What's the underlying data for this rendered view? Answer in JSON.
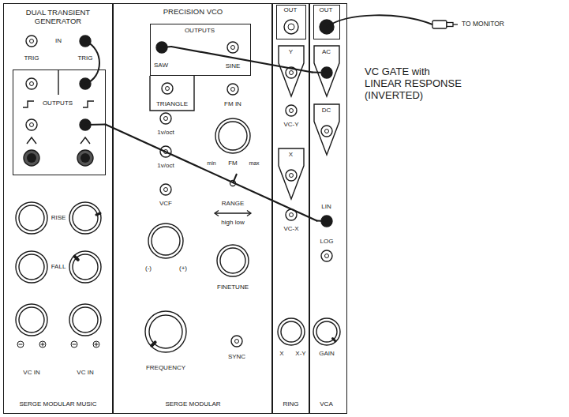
{
  "diagram": {
    "nodes": [
      {
        "text": [
          "DUAL TRANSIENT GENERATOR",
          "SERGE MODULAR MUSIC"
        ]
      },
      {
        "text": [
          "OUTPUTS"
        ],
        "in": 0
      },
      {
        "text": [
          "PRECISION VCO",
          "SERGE MODULAR"
        ]
      },
      {
        "text": [
          "OUTPUTS"
        ],
        "in": 2
      },
      {
        "text": [
          "SAW"
        ],
        "in": 3
      },
      {
        "text": [
          "RING"
        ]
      },
      {
        "text": [
          "OUT"
        ],
        "in": 5
      },
      {
        "text": [
          "Y"
        ],
        "in": 5
      },
      {
        "text": [
          "X"
        ],
        "in": 5
      },
      {
        "text": [
          "VCA"
        ]
      },
      {
        "text": [
          "OUT"
        ],
        "in": 9
      },
      {
        "text": [
          "AC"
        ],
        "in": 9
      },
      {
        "text": [
          "DC"
        ],
        "in": 9
      },
      {
        "text": [
          "LIN"
        ],
        "in": 9
      }
    ],
    "edges": [
      {
        "from": 4,
        "to": 11,
        "arrow": "none"
      },
      {
        "from": 1,
        "to": 13,
        "arrow": "none"
      }
    ],
    "labels": [
      "IN",
      "TRIG",
      "TRIG",
      "RISE",
      "FALL",
      "VC IN",
      "VC IN",
      "SINE",
      "TRIANGLE",
      "FM IN",
      "1v/oct",
      "1v/oct",
      "min",
      "FM",
      "max",
      "RANGE",
      "high low",
      "VCF",
      "(-)",
      "(+)",
      "FINETUNE",
      "SYNC",
      "FREQUENCY",
      "VC-Y",
      "VC-X",
      "X",
      "X-Y",
      "LOG",
      "GAIN",
      "TO MONITOR",
      "VC GATE with LINEAR RESPONSE (INVERTED)"
    ]
  }
}
